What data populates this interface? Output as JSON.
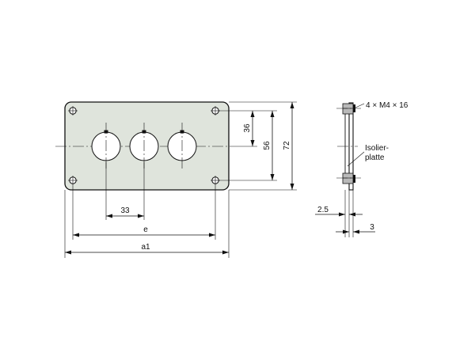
{
  "colors": {
    "plate_fill": "#dfe4dc",
    "line": "#111111",
    "background": "#ffffff",
    "section_fill": "#b9b9b9"
  },
  "front_view": {
    "dim_holes": "33",
    "dim_e": "e",
    "dim_a1": "a1",
    "dim_36": "36",
    "dim_56": "56",
    "dim_72": "72"
  },
  "side_view": {
    "screw_label": "4 × M4 × 16",
    "insulator_label_line1": "Isolier-",
    "insulator_label_line2": "platte",
    "dim_25": "2.5",
    "dim_3": "3"
  }
}
